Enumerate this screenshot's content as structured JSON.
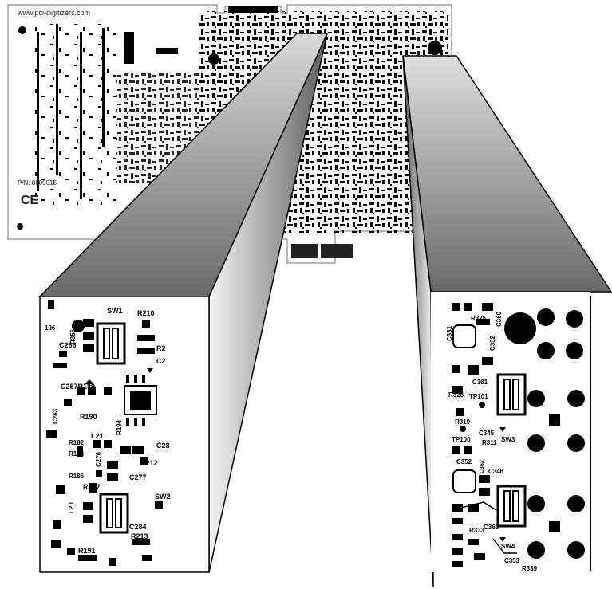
{
  "board": {
    "url": "www.pci-digitizers.com",
    "part_number": "P/N: 0800015",
    "ce_mark": "CE"
  },
  "zoom_left": {
    "labels": {
      "sw1": "SW1",
      "r210": "R210",
      "r356": "R356",
      "c266": "C266",
      "r2": "R2",
      "c2x": "C2",
      "c257r189": "C257R189",
      "r190": "R190",
      "r194": "R194",
      "r182": "R182",
      "r183": "R183",
      "r186": "R186",
      "l21": "L21",
      "c276": "C276",
      "r212": "R212",
      "c28": "C28",
      "c277": "C277",
      "r357": "R357",
      "sw2": "SW2",
      "l20": "L20",
      "c284": "C284",
      "r213": "R213",
      "r191": "R191",
      "n106": "106",
      "c263": "C263"
    }
  },
  "zoom_right": {
    "labels": {
      "c331": "C331",
      "r325": "R325",
      "c360": "C360",
      "c332": "C332",
      "c361": "C361",
      "r326": "R326",
      "tp101": "TP101",
      "r319": "R319",
      "c345": "C345",
      "r311": "R311",
      "tp100": "TP100",
      "sw3": "SW3",
      "c352": "C352",
      "c362": "C362",
      "c346": "C346",
      "r333": "R333",
      "c363": "C363",
      "sw4": "SW4",
      "c353": "C353",
      "r339": "R339"
    }
  },
  "colors": {
    "board_fill": "#ffffff",
    "board_outline": "#888888",
    "component": "#000000",
    "beam_dark": "#5a5a5a",
    "beam_light": "#f2f2f2"
  }
}
